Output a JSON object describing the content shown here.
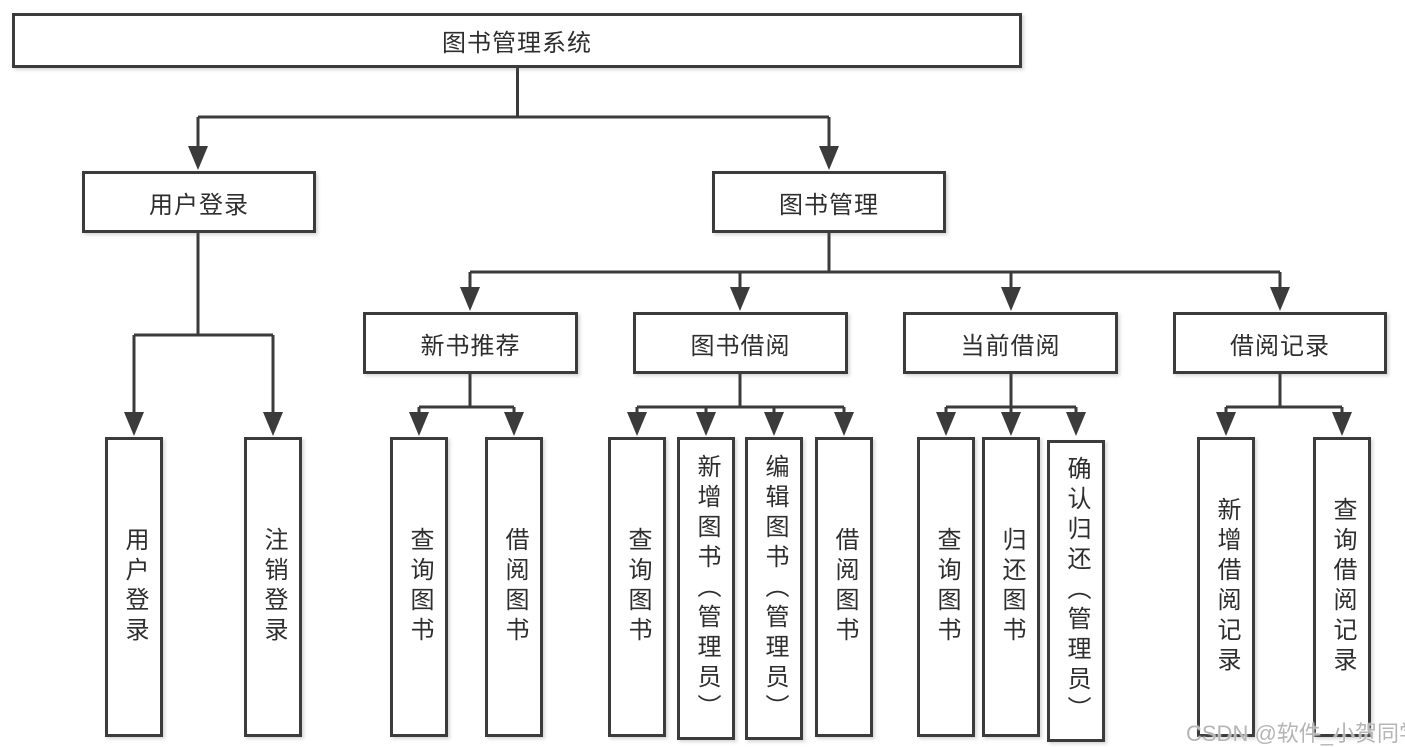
{
  "tree": {
    "root": {
      "label": "图书管理系统"
    },
    "children": [
      {
        "label": "用户登录",
        "children": [
          {
            "label": "用户登录"
          },
          {
            "label": "注销登录"
          }
        ]
      },
      {
        "label": "图书管理",
        "children": [
          {
            "label": "新书推荐",
            "children": [
              {
                "label": "查询图书"
              },
              {
                "label": "借阅图书"
              }
            ]
          },
          {
            "label": "图书借阅",
            "children": [
              {
                "label": "查询图书"
              },
              {
                "label": "新增图书（管理员）"
              },
              {
                "label": "编辑图书（管理员）"
              },
              {
                "label": "借阅图书"
              }
            ]
          },
          {
            "label": "当前借阅",
            "children": [
              {
                "label": "查询图书"
              },
              {
                "label": "归还图书"
              },
              {
                "label": "确认归还（管理员）"
              }
            ]
          },
          {
            "label": "借阅记录",
            "children": [
              {
                "label": "新增借阅记录"
              },
              {
                "label": "查询借阅记录"
              }
            ]
          }
        ]
      }
    ]
  },
  "watermark": {
    "text": "CSDN @软件_小贺同学"
  },
  "colors": {
    "line": "#3b3b3b",
    "border": "#3b3b3b",
    "text": "#2e2e2e",
    "watermark": "#b5b5b5",
    "bg": "#ffffff"
  }
}
